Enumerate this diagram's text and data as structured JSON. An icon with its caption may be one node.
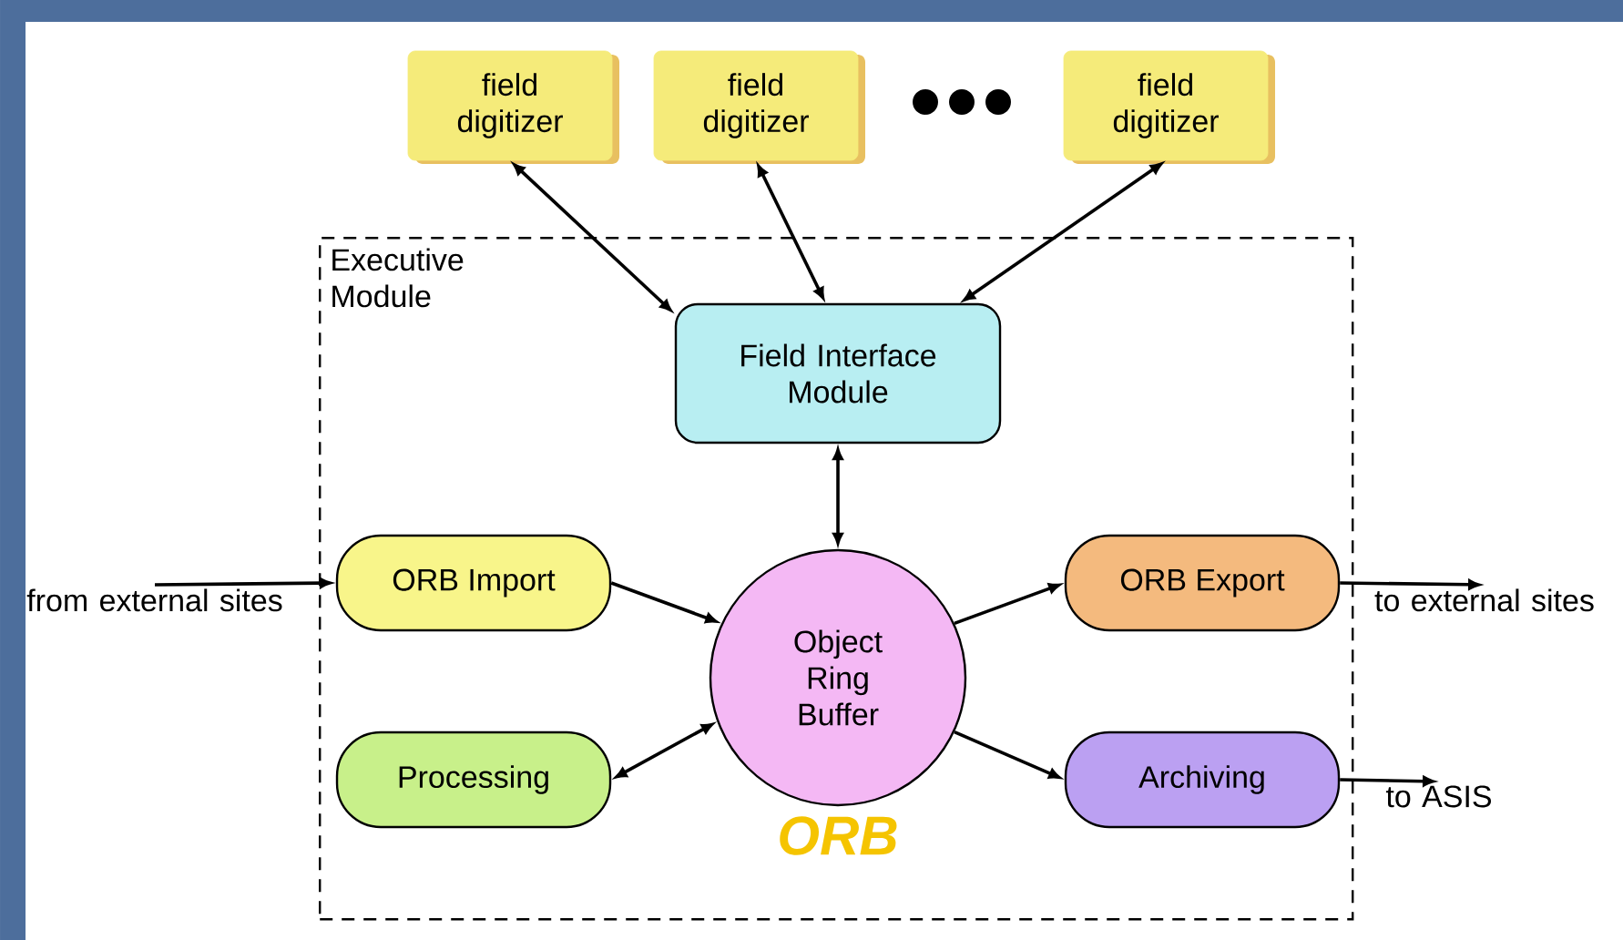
{
  "diagram": {
    "nodes": [
      {
        "text": [
          "Executive Module"
        ]
      },
      {
        "text": [
          "field digitizer"
        ]
      },
      {
        "text": [
          "field digitizer"
        ]
      },
      {
        "text": [
          "field digitizer"
        ]
      },
      {
        "text": [
          "Field Interface Module"
        ],
        "in": 0
      },
      {
        "text": [
          "from external sites"
        ]
      },
      {
        "text": [
          "ORB Import"
        ],
        "in": 0
      },
      {
        "text": [
          "Processing"
        ],
        "in": 0
      },
      {
        "text": [
          "Object Ring Buffer"
        ],
        "in": 0,
        "beside": [
          "ORB"
        ]
      },
      {
        "text": [
          "ORB Export"
        ],
        "in": 0
      },
      {
        "text": [
          "Archiving"
        ],
        "in": 0
      },
      {
        "text": [
          "to external sites"
        ]
      },
      {
        "text": [
          "to ASIS"
        ]
      }
    ],
    "edges": [
      {
        "from": 1,
        "to": 4,
        "arrow": "both"
      },
      {
        "from": 2,
        "to": 4,
        "arrow": "both"
      },
      {
        "from": 3,
        "to": 4,
        "arrow": "both"
      },
      {
        "from": 4,
        "to": 8,
        "arrow": "both"
      },
      {
        "from": 5,
        "to": 6,
        "arrow": "to"
      },
      {
        "from": 6,
        "to": 8,
        "arrow": "to"
      },
      {
        "from": 7,
        "to": 8,
        "arrow": "both"
      },
      {
        "from": 8,
        "to": 9,
        "arrow": "to"
      },
      {
        "from": 8,
        "to": 10,
        "arrow": "to"
      },
      {
        "from": 9,
        "to": 11,
        "arrow": "to"
      },
      {
        "from": 10,
        "to": 12,
        "arrow": "to"
      }
    ]
  }
}
